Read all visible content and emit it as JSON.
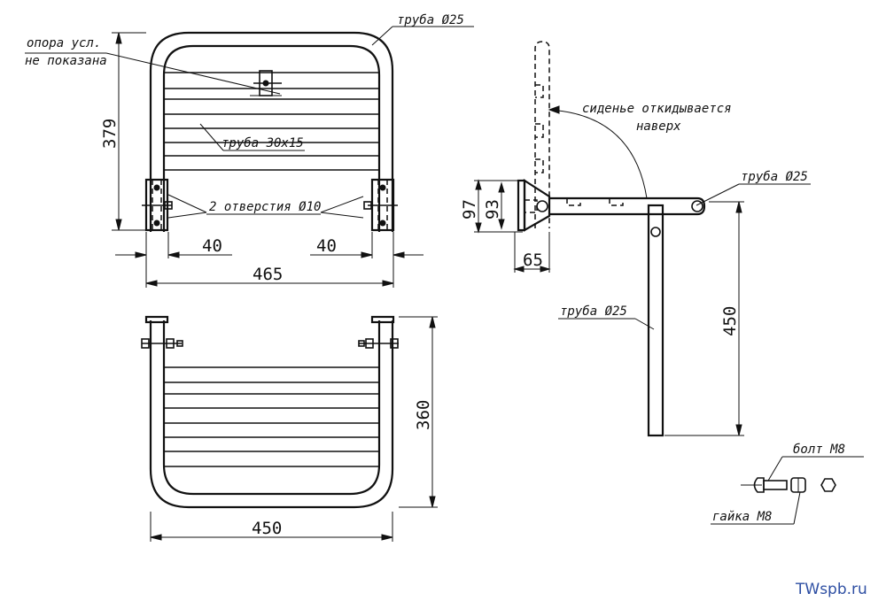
{
  "labels": {
    "pipe25_top": "труба Ø25",
    "support_line1": "опора усл.",
    "support_line2": "не показана",
    "pipe30x15": "труба 30x15",
    "holes": "2 отверстия Ø10",
    "seat_line1": "сиденье откидывается",
    "seat_line2": "наверх",
    "pipe25_side": "труба Ø25",
    "pipe25_leg": "труба Ø25",
    "bolt": "болт М8",
    "nut": "гайка М8"
  },
  "dimensions": {
    "height_379": "379",
    "offset_left_40": "40",
    "offset_right_40": "40",
    "width_465": "465",
    "height_360": "360",
    "width_450": "450",
    "side_97": "97",
    "side_93": "93",
    "side_65": "65",
    "leg_450": "450"
  },
  "footer": {
    "site_link": "TWspb.ru"
  }
}
